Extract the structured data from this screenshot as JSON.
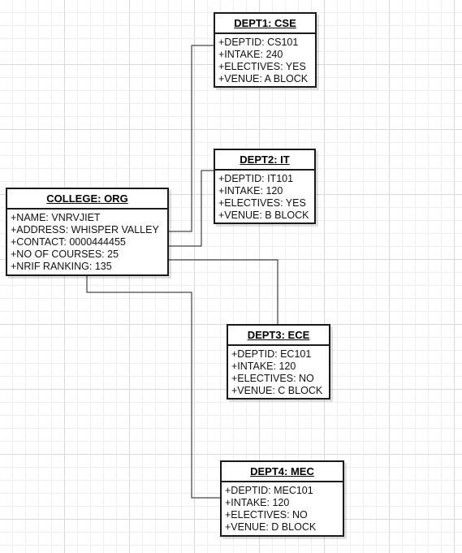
{
  "classes": {
    "college": {
      "title": "COLLEGE: ORG",
      "attrs": [
        "+NAME: VNRVJIET",
        "+ADDRESS: WHISPER VALLEY",
        "+CONTACT: 0000444455",
        "+NO OF COURSES: 25",
        "+NRIF RANKING: 135"
      ]
    },
    "dept1": {
      "title": "DEPT1: CSE",
      "attrs": [
        "+DEPTID: CS101",
        "+INTAKE: 240",
        "+ELECTIVES: YES",
        "+VENUE: A BLOCK"
      ]
    },
    "dept2": {
      "title": "DEPT2: IT",
      "attrs": [
        "+DEPTID: IT101",
        "+INTAKE: 120",
        "+ELECTIVES: YES",
        "+VENUE: B BLOCK"
      ]
    },
    "dept3": {
      "title": "DEPT3: ECE",
      "attrs": [
        "+DEPTID: EC101",
        "+INTAKE: 120",
        "+ELECTIVES: NO",
        "+VENUE: C BLOCK"
      ]
    },
    "dept4": {
      "title": "DEPT4: MEC",
      "attrs": [
        "+DEPTID: MEC101",
        "+INTAKE: 120",
        "+ELECTIVES: NO",
        "+VENUE: D BLOCK"
      ]
    }
  },
  "colors": {
    "line": "#1a1a1a",
    "grid_major": "#d9d9d9",
    "grid_minor": "#efefef"
  }
}
